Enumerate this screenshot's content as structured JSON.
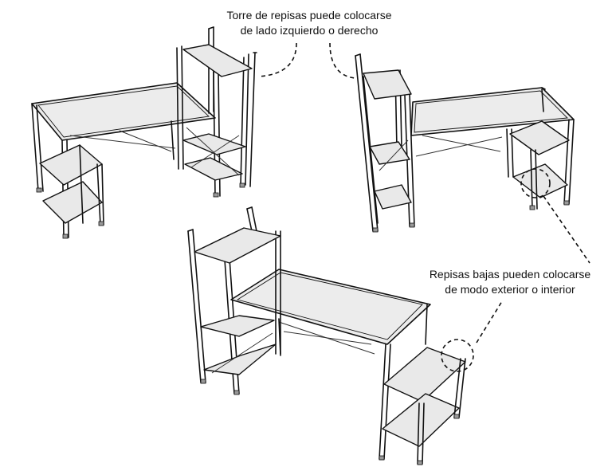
{
  "callouts": {
    "tower": {
      "line1": "Torre de repisas puede colocarse",
      "line2": "de lado izquierdo o derecho"
    },
    "shelves": {
      "line1": "Repisas bajas pueden colocarse",
      "line2": "de modo exterior o interior"
    }
  }
}
